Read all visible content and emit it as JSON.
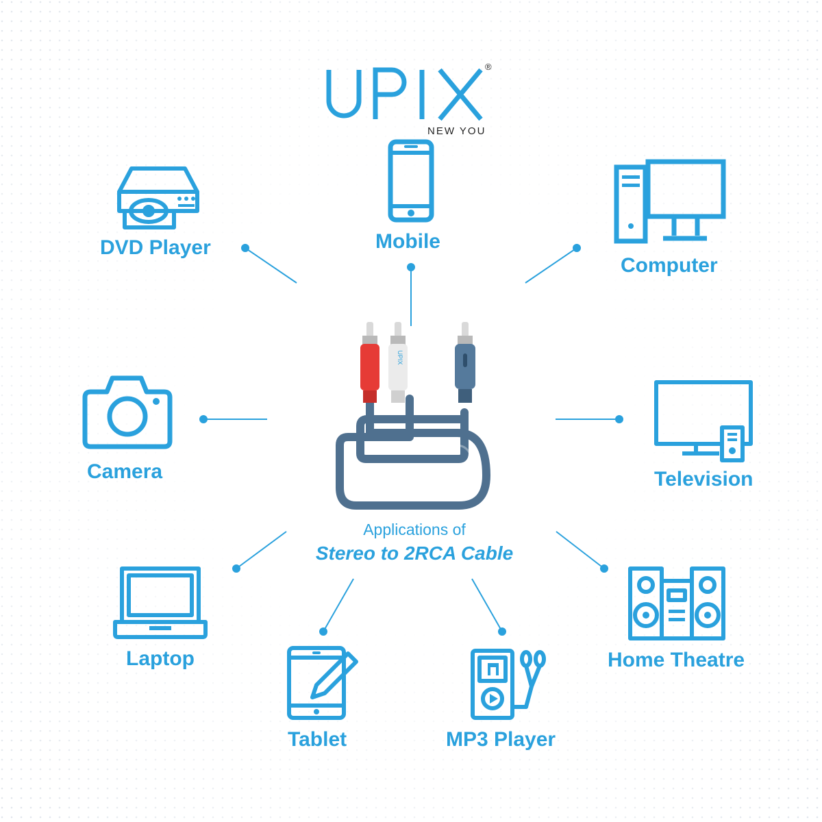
{
  "brand": {
    "name": "UPIX",
    "registered": "®",
    "tagline": "NEW YOU"
  },
  "center": {
    "caption_line1": "Applications of",
    "caption_line2": "Stereo to 2RCA Cable",
    "plug_brand": "UPIX"
  },
  "devices": {
    "dvd_player": "DVD Player",
    "mobile": "Mobile",
    "computer": "Computer",
    "camera": "Camera",
    "television": "Television",
    "laptop": "Laptop",
    "tablet": "Tablet",
    "mp3_player": "MP3 Player",
    "home_theatre": "Home Theatre"
  },
  "colors": {
    "accent": "#2aa1dd",
    "cable": "#4f708f",
    "plug_red": "#e63b36",
    "plug_white": "#e9e9e9"
  }
}
